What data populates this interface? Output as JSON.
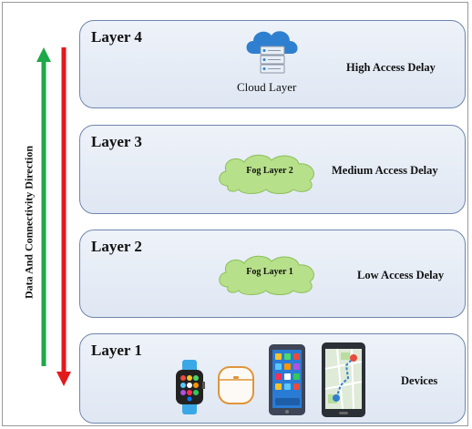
{
  "axis": {
    "label": "Data And Connectivity Direction",
    "up_arrow_color": "#1fa84a",
    "down_arrow_color": "#e3191c"
  },
  "layers": [
    {
      "title": "Layer 4",
      "node_label": "Cloud Layer",
      "delay": "High Access Delay",
      "icon": "cloud-server-icon"
    },
    {
      "title": "Layer 3",
      "node_label": "Fog Layer 2",
      "delay": "Medium Access Delay",
      "icon": "fog-cloud-icon"
    },
    {
      "title": "Layer 2",
      "node_label": "Fog Layer 1",
      "delay": "Low Access Delay",
      "icon": "fog-cloud-icon"
    },
    {
      "title": "Layer 1",
      "node_label": "",
      "delay": "Devices",
      "icons": [
        "smartwatch-icon",
        "earbuds-case-icon",
        "tablet-icon",
        "smartphone-map-icon"
      ]
    }
  ],
  "colors": {
    "layer_border": "#6f86ac",
    "fog_fill": "#b7e08a",
    "cloud_blue": "#2f7fd0"
  }
}
